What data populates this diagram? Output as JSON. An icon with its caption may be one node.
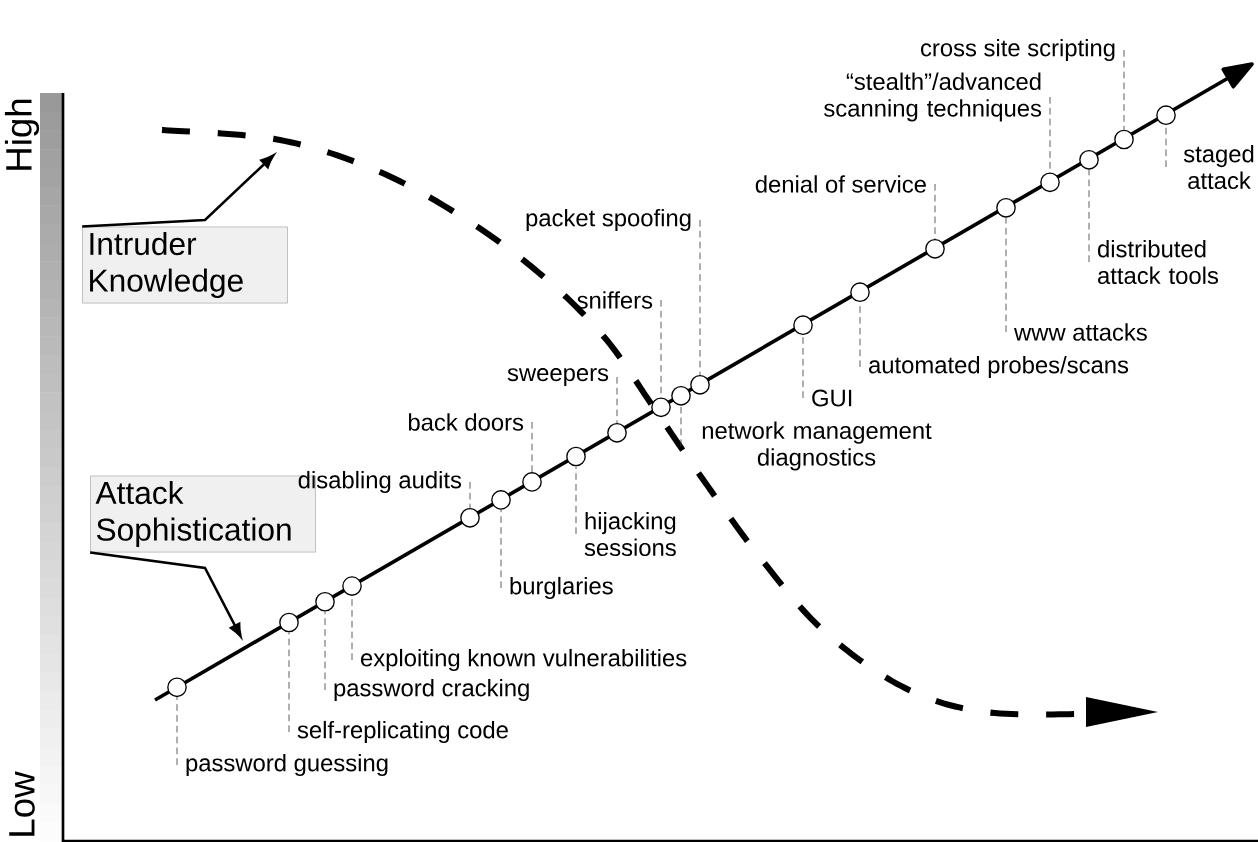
{
  "diagram": {
    "nodes": [
      {
        "text": [
          "Intruder Knowledge"
        ]
      },
      {
        "text": [
          "Attack Sophistication"
        ]
      },
      {
        "text": [
          "password guessing"
        ]
      },
      {
        "text": [
          "self-replicating code"
        ]
      },
      {
        "text": [
          "password cracking"
        ]
      },
      {
        "text": [
          "exploiting known vulnerabilities"
        ]
      },
      {
        "text": [
          "disabling audits"
        ]
      },
      {
        "text": [
          "burglaries"
        ]
      },
      {
        "text": [
          "back doors"
        ]
      },
      {
        "text": [
          "hijacking sessions"
        ]
      },
      {
        "text": [
          "sweepers"
        ]
      },
      {
        "text": [
          "sniffers"
        ]
      },
      {
        "text": [
          "network management diagnostics"
        ]
      },
      {
        "text": [
          "packet spoofing"
        ]
      },
      {
        "text": [
          "GUI"
        ]
      },
      {
        "text": [
          "automated probes/scans"
        ]
      },
      {
        "text": [
          "denial of service"
        ]
      },
      {
        "text": [
          "www attacks"
        ]
      },
      {
        "text": [
          "“stealth”/advanced scanning techniques"
        ]
      },
      {
        "text": [
          "distributed attack tools"
        ]
      },
      {
        "text": [
          "cross site scripting"
        ]
      },
      {
        "text": [
          "staged attack"
        ]
      },
      {
        "text": [],
        "shape": "circle"
      },
      {
        "text": [],
        "shape": "circle"
      },
      {
        "text": [],
        "shape": "circle"
      },
      {
        "text": [],
        "shape": "circle"
      },
      {
        "text": [],
        "shape": "circle"
      },
      {
        "text": [],
        "shape": "circle"
      },
      {
        "text": [],
        "shape": "circle"
      },
      {
        "text": [],
        "shape": "circle"
      },
      {
        "text": [],
        "shape": "circle"
      },
      {
        "text": [],
        "shape": "circle"
      },
      {
        "text": [],
        "shape": "circle"
      },
      {
        "text": [],
        "shape": "circle"
      },
      {
        "text": [],
        "shape": "circle"
      },
      {
        "text": [],
        "shape": "circle"
      },
      {
        "text": [],
        "shape": "circle"
      },
      {
        "text": [],
        "shape": "circle"
      },
      {
        "text": [],
        "shape": "circle"
      },
      {
        "text": [],
        "shape": "circle"
      },
      {
        "text": [],
        "shape": "circle"
      },
      {
        "text": [],
        "shape": "circle"
      }
    ],
    "edges": [
      {
        "from": 0,
        "to": null,
        "arrow": "to"
      },
      {
        "from": 1,
        "to": null,
        "arrow": "to"
      },
      {
        "from": 2,
        "to": 22,
        "arrow": "none",
        "style": "dashed"
      },
      {
        "from": 3,
        "to": 23,
        "arrow": "none",
        "style": "dashed"
      },
      {
        "from": 4,
        "to": 24,
        "arrow": "none",
        "style": "dashed"
      },
      {
        "from": 5,
        "to": 25,
        "arrow": "none",
        "style": "dashed"
      },
      {
        "from": 6,
        "to": 26,
        "arrow": "none",
        "style": "dashed"
      },
      {
        "from": 7,
        "to": 27,
        "arrow": "none",
        "style": "dashed"
      },
      {
        "from": 8,
        "to": 28,
        "arrow": "none",
        "style": "dashed"
      },
      {
        "from": 9,
        "to": 29,
        "arrow": "none",
        "style": "dashed"
      },
      {
        "from": 10,
        "to": 30,
        "arrow": "none",
        "style": "dashed"
      },
      {
        "from": 11,
        "to": 31,
        "arrow": "none",
        "style": "dashed"
      },
      {
        "from": 12,
        "to": 32,
        "arrow": "none",
        "style": "dashed"
      },
      {
        "from": 13,
        "to": 33,
        "arrow": "none",
        "style": "dashed"
      },
      {
        "from": 14,
        "to": 34,
        "arrow": "none",
        "style": "dashed"
      },
      {
        "from": 15,
        "to": 35,
        "arrow": "none",
        "style": "dashed"
      },
      {
        "from": 16,
        "to": 36,
        "arrow": "none",
        "style": "dashed"
      },
      {
        "from": 17,
        "to": 37,
        "arrow": "none",
        "style": "dashed"
      },
      {
        "from": 18,
        "to": 38,
        "arrow": "none",
        "style": "dashed"
      },
      {
        "from": 19,
        "to": 39,
        "arrow": "none",
        "style": "dashed"
      },
      {
        "from": 20,
        "to": 40,
        "arrow": "none",
        "style": "dashed"
      },
      {
        "from": 21,
        "to": 41,
        "arrow": "none",
        "style": "dashed"
      }
    ],
    "labels": [
      "High",
      "Low"
    ]
  }
}
